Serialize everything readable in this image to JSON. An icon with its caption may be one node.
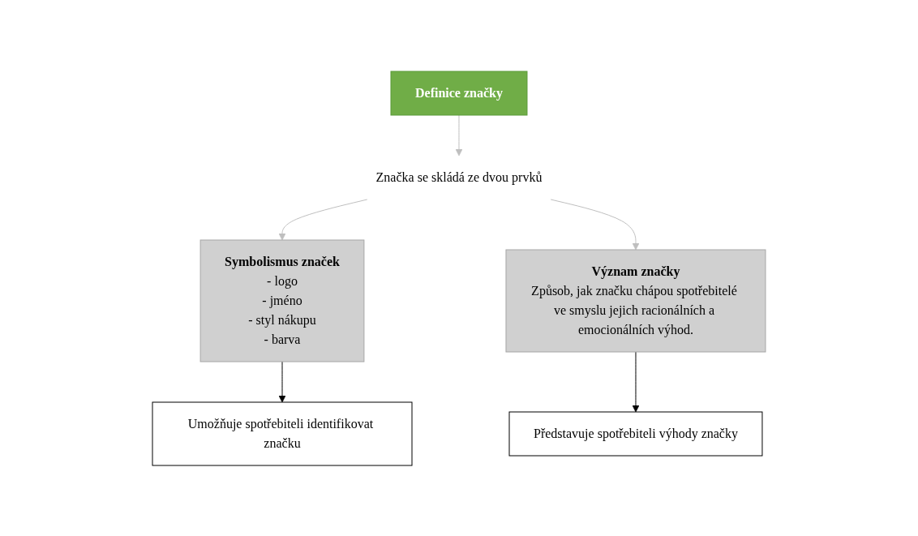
{
  "diagram": {
    "nodes": [
      {
        "text": [
          "Definice značky"
        ]
      },
      {
        "text": [
          "Značka se skládá ze dvou prvků"
        ]
      },
      {
        "text": [
          "Symbolismus značek",
          "- logo",
          "- jméno",
          "- styl nákupu",
          "- barva"
        ]
      },
      {
        "text": [
          "Význam značky",
          "Způsob, jak značku chápou spotřebitelé ve smyslu jejich racionálních a emocionálních výhod."
        ]
      },
      {
        "text": [
          "Umožňuje spotřebiteli identifikovat značku"
        ]
      },
      {
        "text": [
          "Představuje spotřebiteli výhody značky"
        ]
      }
    ],
    "edges": [
      {
        "from": 0,
        "to": 1,
        "arrow": "to"
      },
      {
        "from": 1,
        "to": 2,
        "arrow": "to"
      },
      {
        "from": 1,
        "to": 3,
        "arrow": "to"
      },
      {
        "from": 2,
        "to": 4,
        "arrow": "to",
        "color": "#000000"
      },
      {
        "from": 3,
        "to": 5,
        "arrow": "to",
        "color": "#000000"
      }
    ]
  }
}
